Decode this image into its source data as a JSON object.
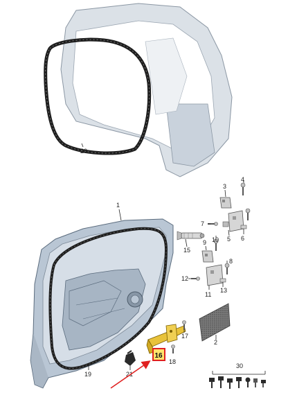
{
  "callouts": {
    "c1": "1",
    "c2": "2",
    "c3": "3",
    "c4": "4",
    "c5": "5",
    "c6": "6",
    "c7": "7",
    "c8": "8",
    "c9": "9",
    "c10": "10",
    "c11": "11",
    "c12": "12",
    "c13": "13",
    "c15": "15",
    "c16": "16",
    "c17": "17",
    "c18": "18",
    "c19": "19",
    "c20": "20",
    "c21": "21",
    "c30": "30"
  },
  "colors": {
    "body_fill": "#d9dfe6",
    "body_edge": "#8a96a3",
    "panel_blue": "#b9c6d4",
    "seal": "#1e1e1e",
    "highlight_part": "#e8c23a",
    "callout_box": "#e02020",
    "arrow": "#e02020",
    "felt": "#6c6c6c"
  }
}
